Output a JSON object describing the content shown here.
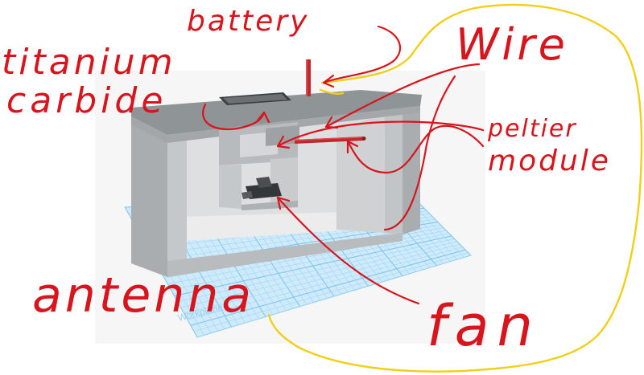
{
  "annotations": {
    "battery": "battery",
    "wire": "Wire",
    "titanium": "titanium",
    "carbide": "carbide",
    "peltier": "peltier",
    "module": "module",
    "antenna": "antenna",
    "fan": "fan"
  },
  "workplane_watermark": "Workplane",
  "colors": {
    "ink": "#d8141c",
    "highlight": "#f2cf17",
    "workplane": "#cfeafb",
    "box_top": "#8f9497",
    "box_side": "#b4b8ba",
    "box_inner": "#d9dbdc",
    "rod": "#c0282e"
  }
}
